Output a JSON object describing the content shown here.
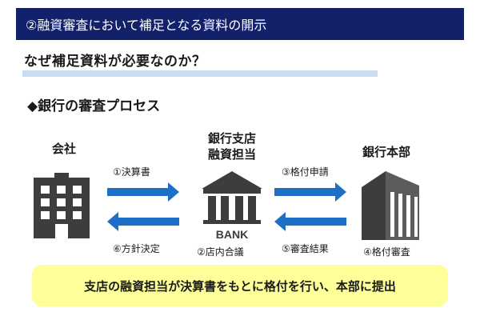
{
  "header": {
    "title": "②融資審査において補足となる資料の開示"
  },
  "subtitle": "なぜ補足資料が必要なのか？",
  "section_heading": "◆銀行の審査プロセス",
  "entities": {
    "company": "会社",
    "branch_line1": "銀行支店",
    "branch_line2": "融資担当",
    "head_office": "銀行本部"
  },
  "bank_sign": "BANK",
  "steps": {
    "s1": "①決算書",
    "s2": "②店内合議",
    "s3": "③格付申請",
    "s4": "④格付審査",
    "s5": "⑤審査結果",
    "s6": "⑥方針決定"
  },
  "summary": "支店の融資担当が決算書をもとに格付を行い、本部に提出",
  "colors": {
    "header_bg": "#13216b",
    "arrow": "#1e6fc8",
    "icon_dark": "#3d3d3d",
    "summary_bg": "#ffff99",
    "underline": "#c9dcf1"
  }
}
